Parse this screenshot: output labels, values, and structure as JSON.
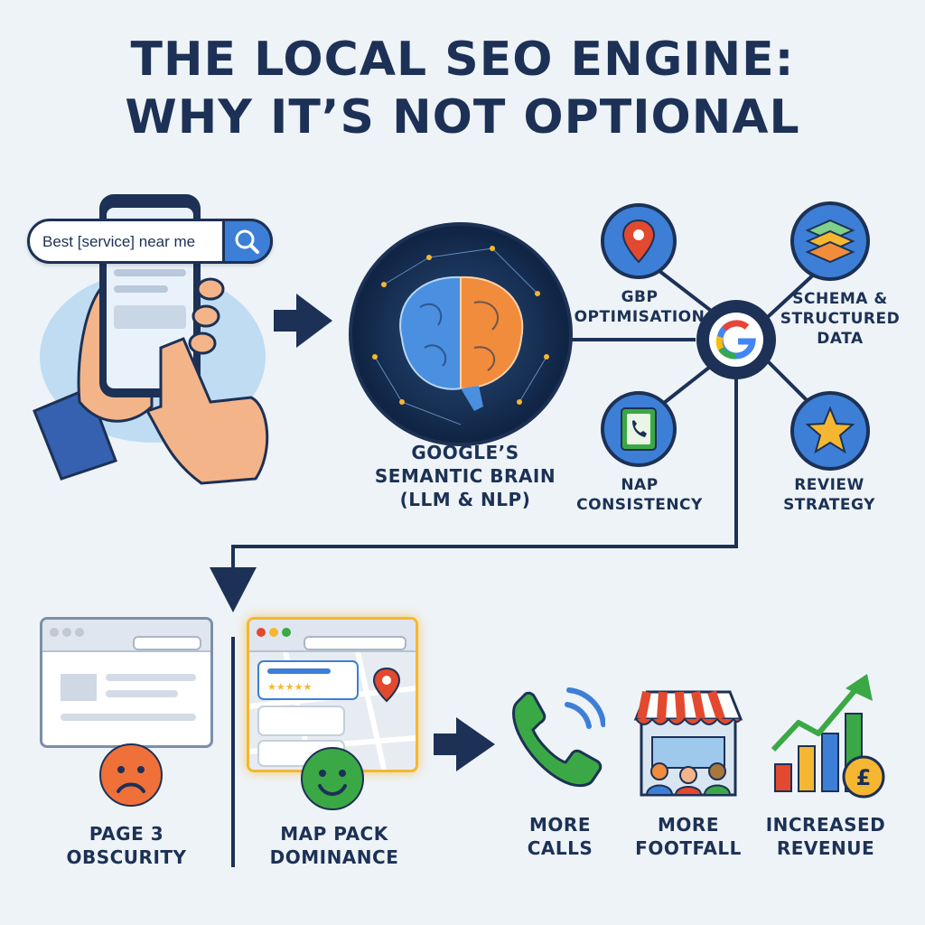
{
  "title": {
    "line1": "THE LOCAL SEO ENGINE:",
    "line2": "WHY IT’S NOT OPTIONAL"
  },
  "search": {
    "query": "Best [service] near me",
    "icon": "search-icon"
  },
  "brain": {
    "label_line1": "GOOGLE’S",
    "label_line2": "SEMANTIC BRAIN",
    "label_line3": "(LLM & NLP)"
  },
  "hub": {
    "icon": "google-g-icon",
    "nodes": [
      {
        "line1": "GBP",
        "line2": "OPTIMISATION",
        "line3": "",
        "icon": "map-pin-icon"
      },
      {
        "line1": "SCHEMA &",
        "line2": "STRUCTURED",
        "line3": "DATA",
        "icon": "layers-icon"
      },
      {
        "line1": "NAP",
        "line2": "CONSISTENCY",
        "line3": "",
        "icon": "address-book-icon"
      },
      {
        "line1": "REVIEW",
        "line2": "STRATEGY",
        "line3": "",
        "icon": "star-icon"
      }
    ]
  },
  "comparison": {
    "bad": {
      "line1": "PAGE 3",
      "line2": "OBSCURITY",
      "icon": "sad-face-icon"
    },
    "good": {
      "line1": "MAP PACK",
      "line2": "DOMINANCE",
      "icon": "happy-face-icon"
    }
  },
  "outcomes": [
    {
      "line1": "MORE",
      "line2": "CALLS",
      "icon": "phone-icon"
    },
    {
      "line1": "MORE",
      "line2": "FOOTFALL",
      "icon": "storefront-icon"
    },
    {
      "line1": "INCREASED",
      "line2": "REVENUE",
      "icon": "growth-chart-icon"
    }
  ],
  "colors": {
    "navy": "#1c3155",
    "accent_blue": "#3d7fd6",
    "highlight": "#f5b731",
    "green": "#3aa845",
    "red": "#e2492f"
  }
}
